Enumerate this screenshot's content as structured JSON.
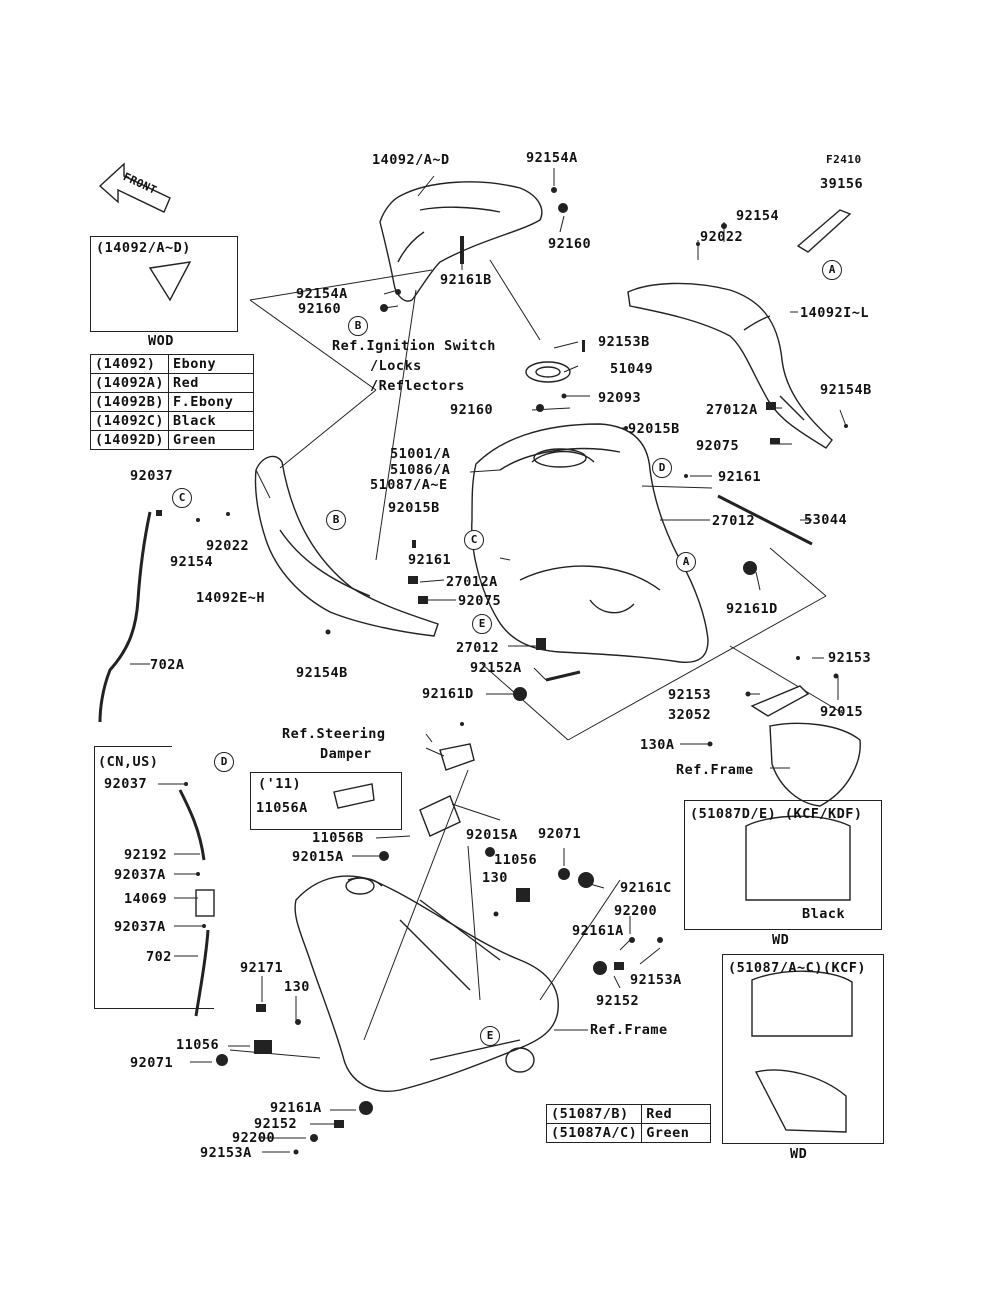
{
  "diagram_code": "F2410",
  "front_arrow": "FRONT",
  "insets": {
    "top_left_title": "(14092/A~D)",
    "top_left_caption": "WOD",
    "color_table": [
      {
        "part": "(14092)",
        "color": "Ebony"
      },
      {
        "part": "(14092A)",
        "color": "Red"
      },
      {
        "part": "(14092B)",
        "color": "F.Ebony"
      },
      {
        "part": "(14092C)",
        "color": "Black"
      },
      {
        "part": "(14092D)",
        "color": "Green"
      }
    ],
    "cn_us_title": "(CN,US)",
    "year_title": "('11)",
    "kcf_kdf_title": "(51087D/E) (KCF/KDF)",
    "kcf_kdf_color": "Black",
    "kcf_kdf_caption": "WD",
    "kcf_title": "(51087/A~C)(KCF)",
    "kcf_caption": "WD",
    "bottom_table": [
      {
        "part": "(51087/B)",
        "color": "Red"
      },
      {
        "part": "(51087A/C)",
        "color": "Green"
      }
    ]
  },
  "refs": {
    "ignition": "Ref.Ignition Switch",
    "locks": "/Locks",
    "reflectors": "/Reflectors",
    "steering_1": "Ref.Steering",
    "steering_2": "Damper",
    "frame_right": "Ref.Frame",
    "frame_bottom": "Ref.Frame"
  },
  "labels": {
    "p14092_AD": "14092/A~D",
    "p92154A_top": "92154A",
    "p92160_top": "92160",
    "p92161B": "92161B",
    "p92154A_mid": "92154A",
    "p92160_mid": "92160",
    "p39156": "39156",
    "p92154_r": "92154",
    "p92022_r": "92022",
    "p14092IL": "14092I~L",
    "p92153B": "92153B",
    "p51049": "51049",
    "p92093": "92093",
    "p92160_c": "92160",
    "p92015B_r": "92015B",
    "p27012A_r": "27012A",
    "p92154B_r": "92154B",
    "p92075_r": "92075",
    "p51001": "51001/A",
    "p51086": "51086/A",
    "p51087": "51087/A~E",
    "p92161_r": "92161",
    "p53044": "53044",
    "p27012_m": "27012",
    "p92015B_l": "92015B",
    "p92037_l": "92037",
    "p92154_l": "92154",
    "p92022_l": "92022",
    "p92161_l": "92161",
    "p14092EH": "14092E~H",
    "p27012A_l": "27012A",
    "p92075_l": "92075",
    "p27012_l": "27012",
    "p92154B_l": "92154B",
    "p92152A": "92152A",
    "p92161D_r": "92161D",
    "p92161D_l": "92161D",
    "p702A": "702A",
    "p92153_r1": "92153",
    "p92153_r2": "92153",
    "p32052": "32052",
    "p92015_r": "92015",
    "p130A": "130A",
    "p92037_cn": "92037",
    "p92192": "92192",
    "p92037A_1": "92037A",
    "p14069": "14069",
    "p92037A_2": "92037A",
    "p702": "702",
    "p11056A": "11056A",
    "p11056B": "11056B",
    "p92015A_l": "92015A",
    "p92015A_r": "92015A",
    "p92071_r": "92071",
    "p11056_r": "11056",
    "p130_r": "130",
    "p92161C": "92161C",
    "p92200_r": "92200",
    "p92161A_r": "92161A",
    "p92153A_r": "92153A",
    "p92152_r": "92152",
    "p92171": "92171",
    "p130_l": "130",
    "p11056_l": "11056",
    "p92071_l": "92071",
    "p92161A_l": "92161A",
    "p92152_l": "92152",
    "p92200_l": "92200",
    "p92153A_l": "92153A"
  },
  "callouts": {
    "a1": "A",
    "a2": "A",
    "b1": "B",
    "b2": "B",
    "c1": "C",
    "c2": "C",
    "d1": "D",
    "d2": "D",
    "e1": "E",
    "e2": "E"
  }
}
